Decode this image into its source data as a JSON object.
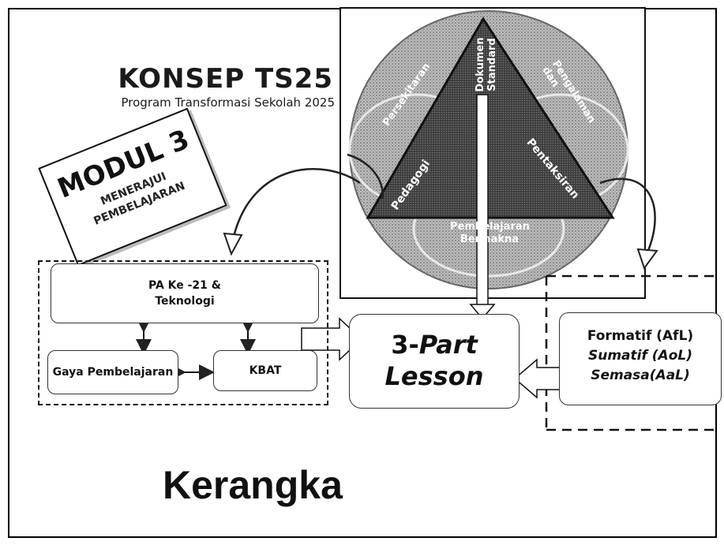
{
  "header": {
    "title": "KONSEP TS25",
    "subtitle": "Program Transformasi Sekolah 2025"
  },
  "modul": {
    "title": "MODUL 3",
    "line1": "MENERAJUI",
    "line2": "PEMBELAJARAN"
  },
  "triangle": {
    "top_label": "Dokumen Standard",
    "left_label": "Pedagogi",
    "right_label": "Pentaksiran",
    "circle_left": "Persekitaran",
    "circle_right": "Pengalaman dan",
    "circle_bottom": "Pembelajaran Bermakna"
  },
  "boxes": {
    "pa": "PA Ke -21 & Teknologi",
    "gaya": "Gaya Pembelajaran",
    "kbat": "KBAT"
  },
  "lesson": {
    "num": "3-",
    "word1": "Part",
    "word2": "Lesson"
  },
  "assessment": {
    "line1": "Formatif (AfL)",
    "line2": "Sumatif (AoL)",
    "line3": "Semasa(AaL)"
  },
  "footer": {
    "caption": "Kerangka"
  }
}
